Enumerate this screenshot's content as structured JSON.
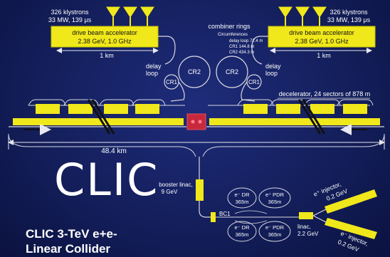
{
  "colors": {
    "background": "#141f5c",
    "module": "#f0e81a",
    "line": "#d8d8e0",
    "klystron": "#f0e81a",
    "station": "#c8283c"
  },
  "left_complex": {
    "klystron_label_1": "326 klystrons",
    "klystron_label_2": "33 MW, 139 μs",
    "accelerator_label_1": "drive beam accelerator",
    "accelerator_label_2": "2.38 GeV, 1.0 GHz",
    "length_label": "1 km",
    "delay_loop_label_1": "delay",
    "delay_loop_label_2": "loop",
    "ring_large": "CR2",
    "ring_small": "CR1"
  },
  "right_complex": {
    "klystron_label_1": "326 klystrons",
    "klystron_label_2": "33 MW, 139 μs",
    "accelerator_label_1": "drive beam accelerator",
    "accelerator_label_2": "2.38 GeV, 1.0 GHz",
    "length_label": "1 km",
    "delay_loop_label_1": "delay",
    "delay_loop_label_2": "loop",
    "ring_large": "CR2",
    "ring_small": "CR1"
  },
  "combiner": {
    "title": "combiner rings",
    "subtitle": "Circumferences",
    "lines": [
      "delay loop 72.4 m",
      "CR1 144.8 m",
      "CR2 434.3 m"
    ]
  },
  "decelerator_label": "decelerator, 24 sectors of 878 m",
  "total_length": "48.4 km",
  "logo_text": "CLIC",
  "booster": {
    "label_1": "booster linac,",
    "label_2": "9 GeV"
  },
  "rings": {
    "e_minus_dr": {
      "label_1": "e⁻ DR",
      "label_2": "365m"
    },
    "e_plus_pdr": {
      "label_1": "e⁺ PDR",
      "label_2": "365m"
    },
    "e_minus_dr_low": {
      "label_1": "e⁻ DR",
      "label_2": "365m"
    },
    "e_minus_pdr": {
      "label_1": "e⁻ PDR",
      "label_2": "365m"
    }
  },
  "bc1_label": "BC1",
  "linac": {
    "label_1": "linac,",
    "label_2": "2.2 GeV"
  },
  "injectors": {
    "e_plus": {
      "label_1": "e⁺ injector,",
      "label_2": "0.2 GeV"
    },
    "e_minus": {
      "label_1": "e⁻ injector,",
      "label_2": "0.2 GeV"
    }
  },
  "caption": {
    "line_1": "CLIC 3-TeV e+e-",
    "line_2": "Linear Collider"
  }
}
